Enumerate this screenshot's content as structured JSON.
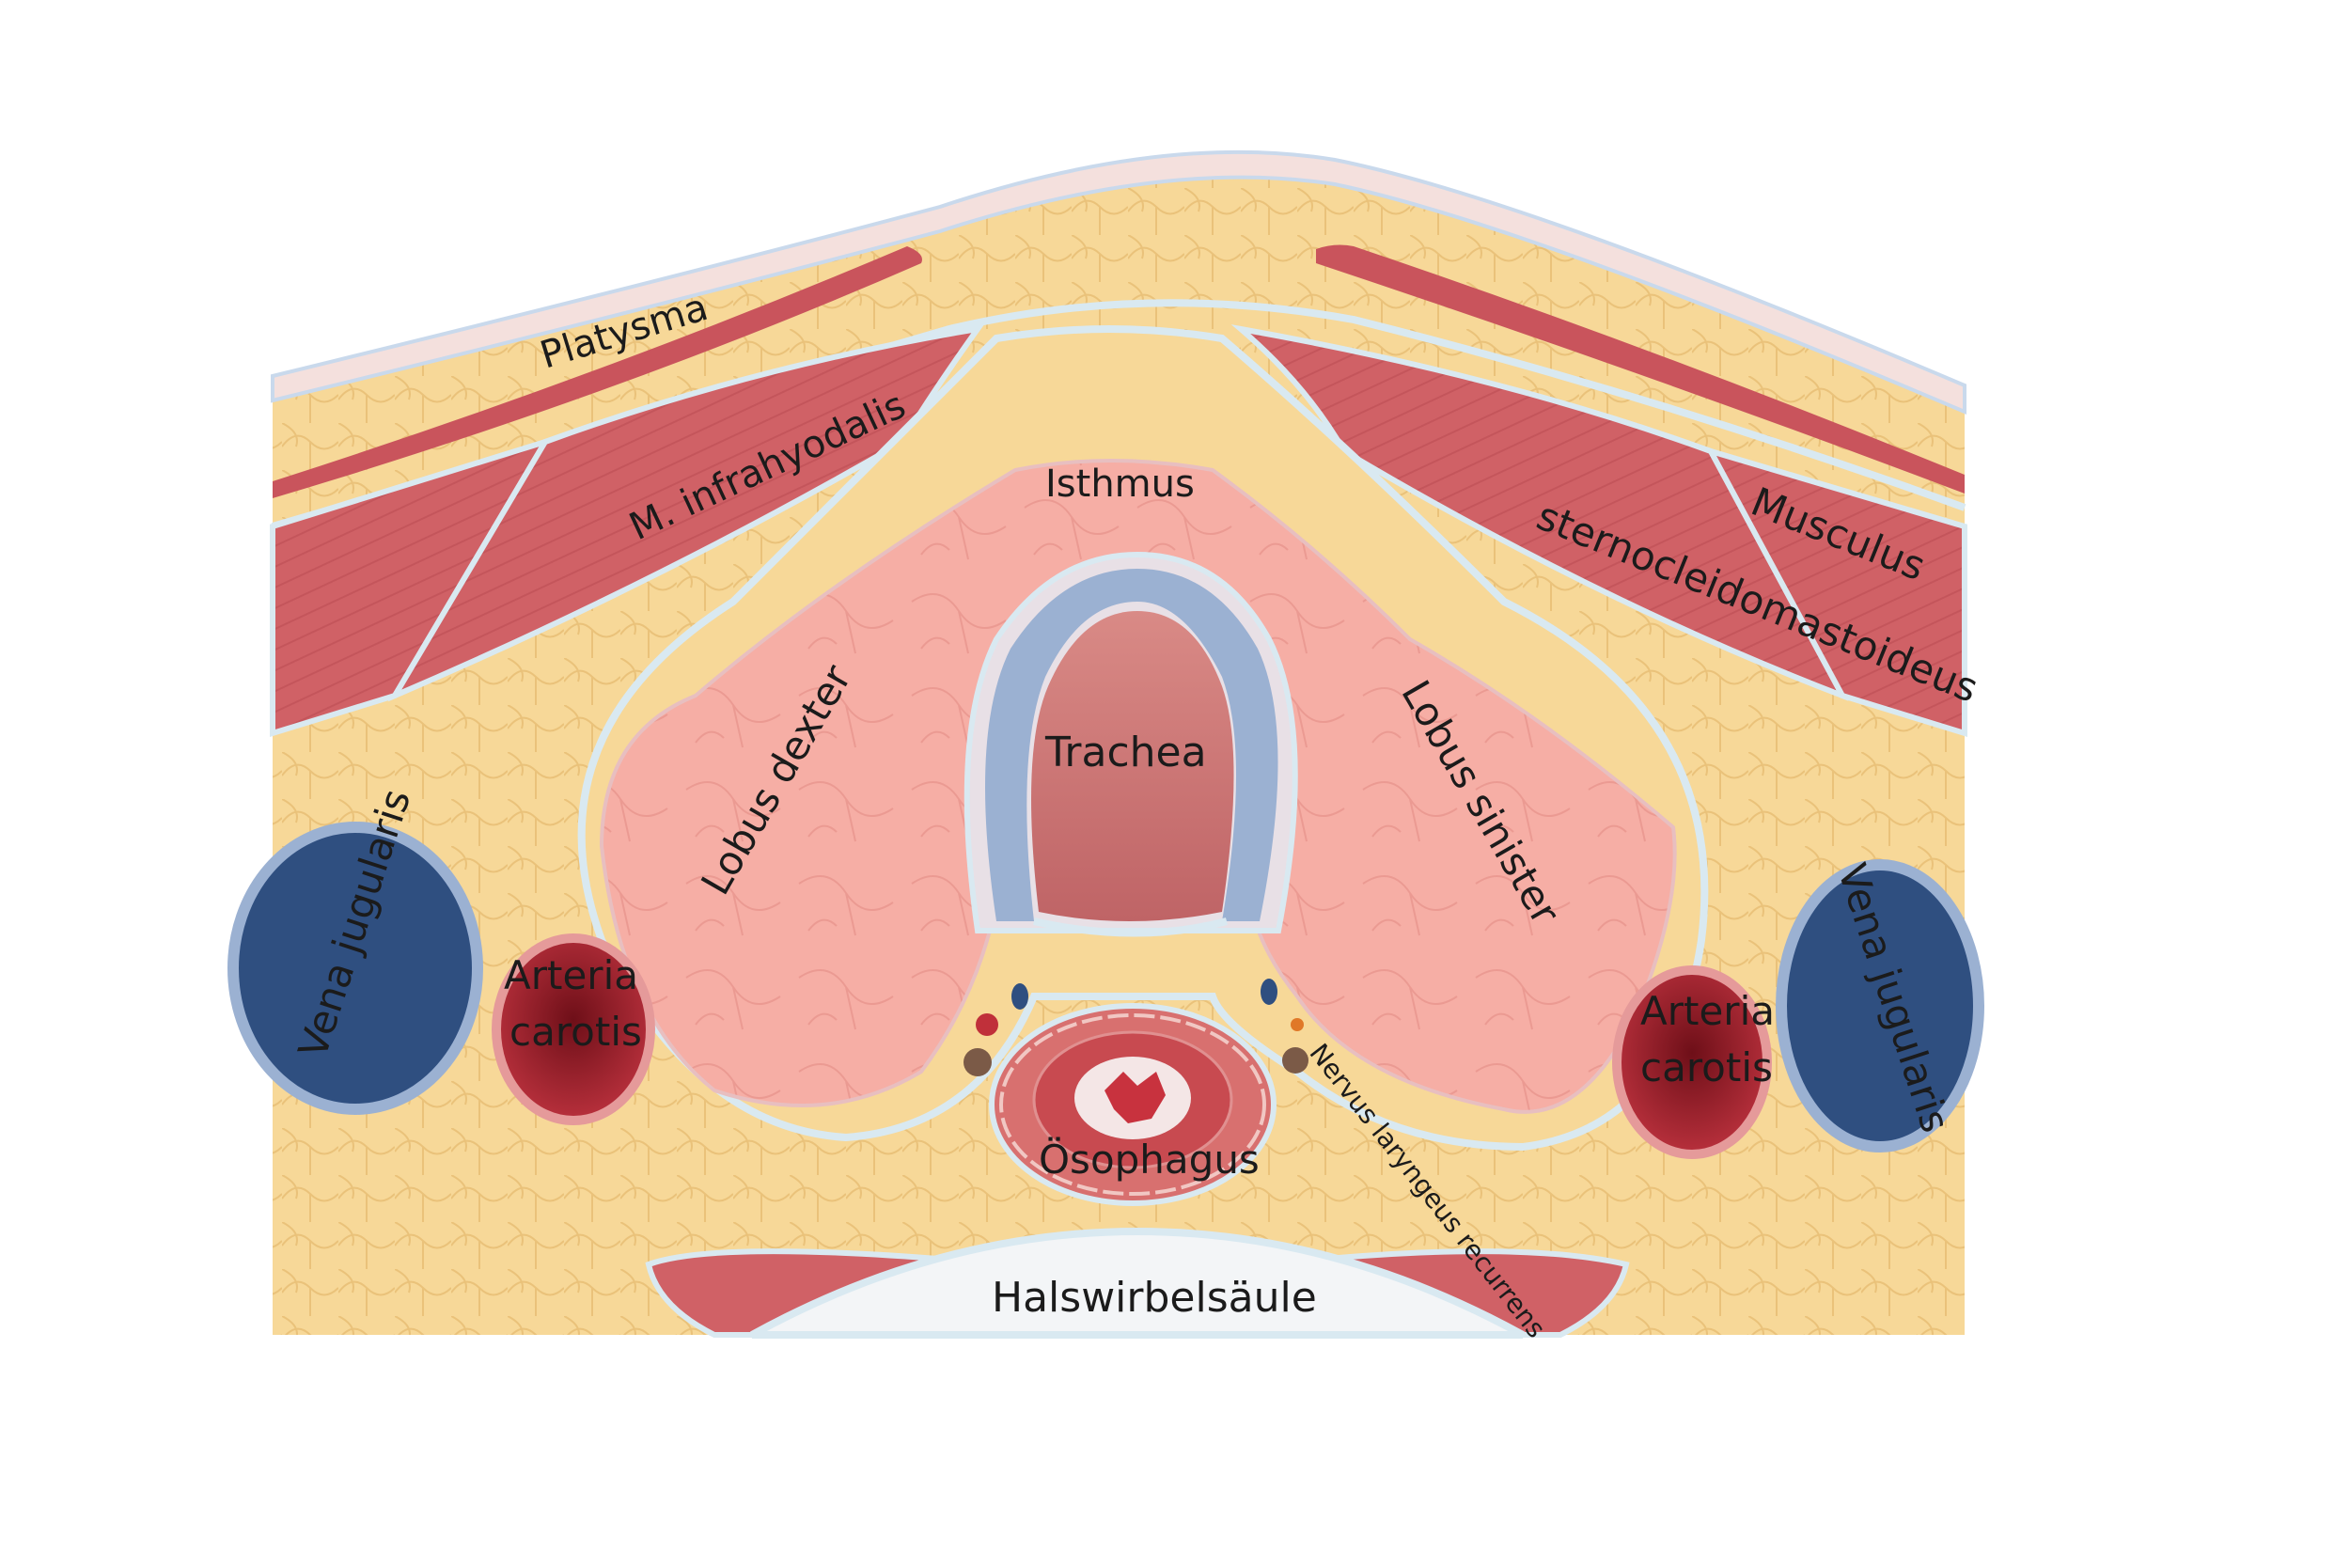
{
  "labels": {
    "platysma": "Platysma",
    "infrahyoid": "M. infrahyodalis",
    "isthmus": "Isthmus",
    "scm_line1": "Musculus",
    "scm_line2": "sternocleidomastoideus",
    "trachea": "Trachea",
    "lobe_right": "Lobus dexter",
    "lobe_left": "Lobus sinister",
    "jugular_right": "Vena jugularis",
    "jugular_left": "Vena jugularis",
    "carotid_right_1": "Arteria",
    "carotid_right_2": "carotis",
    "carotid_left_1": "Arteria",
    "carotid_left_2": "carotis",
    "esophagus": "Ösophagus",
    "nerve": "Nervus laryngeus recurrens",
    "spine": "Halswirbelsäule"
  },
  "colors": {
    "fat": "#f7d898",
    "fat_cell": "#ecc67e",
    "fascia": "#d9e9f1",
    "skin": "#f4e0dd",
    "muscle": "#d06166",
    "muscle_dark": "#b84a52",
    "thyroid": "#f6aea5",
    "cartilage": "#9bb1d2",
    "trachea_lumen": "#c86e6e",
    "vein": "#2f4f80",
    "artery": "#a0202c",
    "bone": "#f3f5f7"
  }
}
